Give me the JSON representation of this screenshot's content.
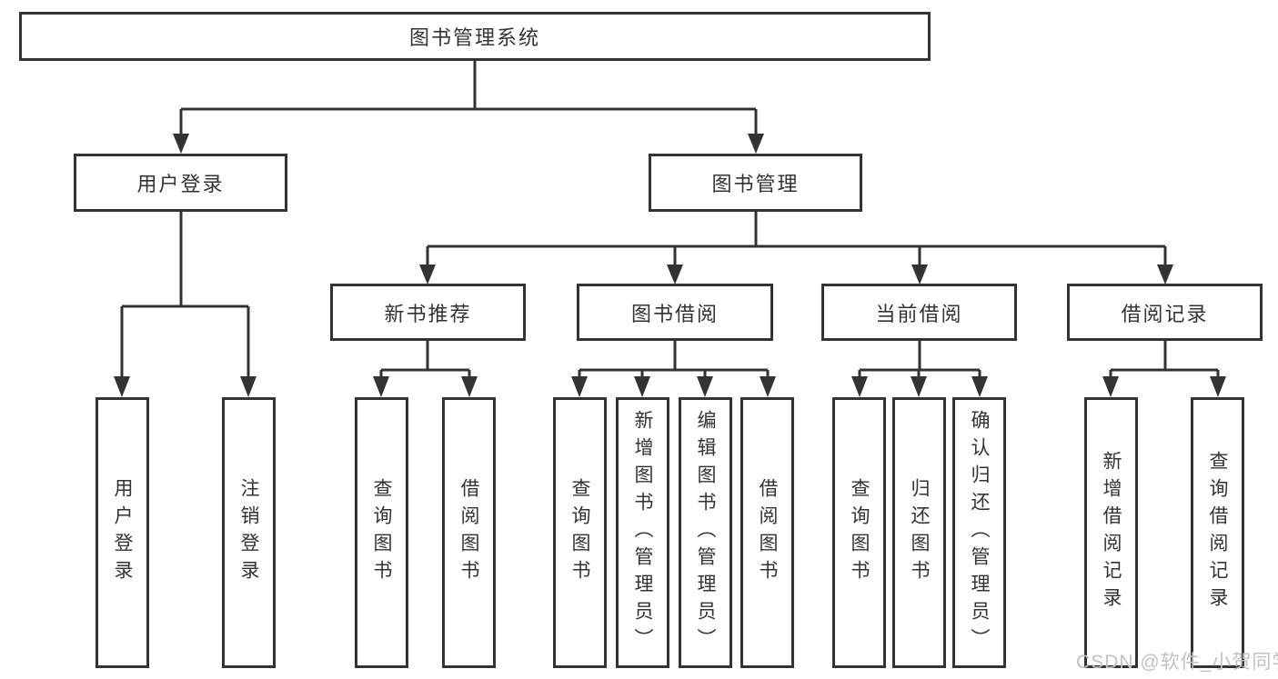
{
  "diagram_title": "图书管理系统",
  "tree": {
    "root": {
      "label": "图书管理系统"
    },
    "branches": [
      {
        "label": "用户登录",
        "children": [
          {
            "label": "用户登录"
          },
          {
            "label": "注销登录"
          }
        ]
      },
      {
        "label": "图书管理",
        "sections": [
          {
            "label": "新书推荐",
            "children": [
              {
                "label": "查询图书"
              },
              {
                "label": "借阅图书"
              }
            ]
          },
          {
            "label": "图书借阅",
            "children": [
              {
                "label": "查询图书"
              },
              {
                "label": "新增图书（管理员）"
              },
              {
                "label": "编辑图书（管理员）"
              },
              {
                "label": "借阅图书"
              }
            ]
          },
          {
            "label": "当前借阅",
            "children": [
              {
                "label": "查询图书"
              },
              {
                "label": "归还图书"
              },
              {
                "label": "确认归还（管理员）"
              }
            ]
          },
          {
            "label": "借阅记录",
            "children": [
              {
                "label": "新增借阅记录"
              },
              {
                "label": "查询借阅记录"
              }
            ]
          }
        ]
      }
    ]
  },
  "watermark": {
    "text": "CSDN @软件_小贺同学"
  },
  "colors": {
    "line": "#333333",
    "text": "#333333",
    "box_background": "#ffffff",
    "page_background": "#ffffff",
    "watermark": "#c2c2c2"
  }
}
